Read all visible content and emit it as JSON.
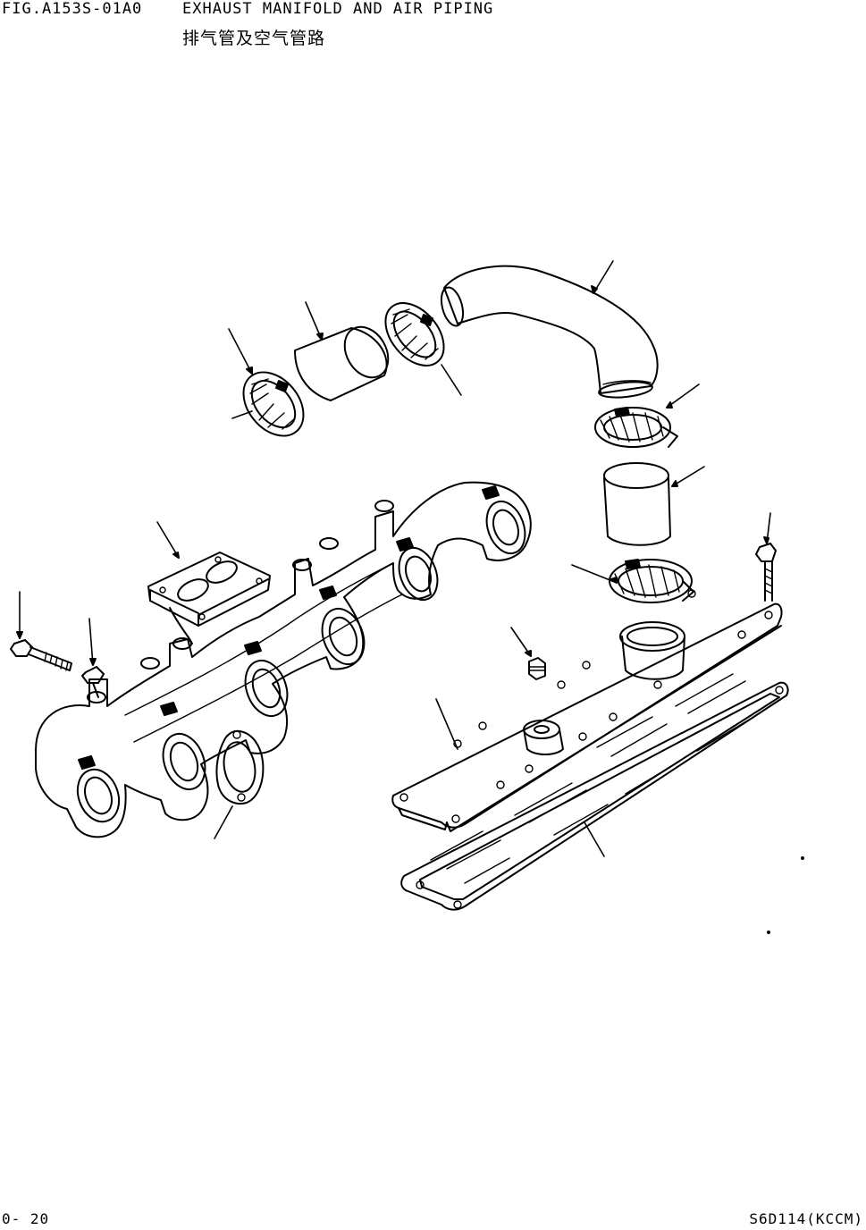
{
  "header": {
    "figure_id": "FIG.A153S-01A0",
    "title": "EXHAUST MANIFOLD AND AIR PIPING",
    "title_cn": "排气管及空气管路"
  },
  "footer": {
    "page_number": "0- 20",
    "model": "S6D114(KCCM)"
  },
  "diagram": {
    "parts": [
      "air-pipe-elbow",
      "hose-clamp-upper-left",
      "hose-upper",
      "hose-clamp-upper-right",
      "hose-clamp-right-top",
      "hose-right",
      "hose-clamp-right-bottom",
      "exhaust-manifold",
      "turbo-flange-gasket",
      "manifold-bolt",
      "manifold-stud",
      "manifold-gasket",
      "intake-cover",
      "intake-cover-gasket",
      "cover-bolt",
      "cover-nut"
    ]
  }
}
